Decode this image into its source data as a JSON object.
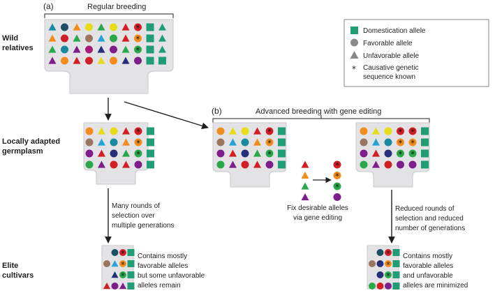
{
  "panel_a": {
    "letter": "(a)",
    "title": "Regular breeding"
  },
  "panel_b": {
    "letter": "(b)",
    "title": "Advanced breeding with gene editing"
  },
  "row_labels": {
    "wild": [
      "Wild",
      "relatives"
    ],
    "local": [
      "Locally adapted",
      "germplasm"
    ],
    "elite": [
      "Elite",
      "cultivars"
    ]
  },
  "legend": {
    "domestication": "Domestication allele",
    "favorable": "Favorable allele",
    "unfavorable": "Unfavorable allele",
    "causative": [
      "Causative genetic",
      "sequence known"
    ]
  },
  "notes": {
    "selection_a": [
      "Many rounds of",
      "selection over",
      "multiple generations"
    ],
    "fix": [
      "Fix desirable alleles",
      "via gene editing"
    ],
    "selection_b": [
      "Reduced rounds of",
      "selection and reduced",
      "number of generations"
    ],
    "elite_a": [
      "Contains mostly",
      "favorable alleles",
      "but some unfavorable",
      "alleles remain"
    ],
    "elite_b": [
      "Contains mostly",
      "favorable alleles",
      "and unfavorable",
      "alleles are minimized"
    ]
  },
  "colors": {
    "hopper": "#e3e3e5",
    "hopper_stroke": "#c8c8cc",
    "domestication": "#1f9e76",
    "legend_grey": "#8a8a8a",
    "arrow": "#1f1f1f",
    "orange": "#f28c1c",
    "yellow": "#e8dc18",
    "red": "#d21f26",
    "purple": "#7e1e8a",
    "green": "#2aa84a",
    "teal": "#1a8aa0",
    "navy": "#26307a",
    "brown": "#9a7560",
    "cyan": "#27a3d8",
    "magenta": "#a81a7a",
    "darkteal": "#1d4f66"
  }
}
